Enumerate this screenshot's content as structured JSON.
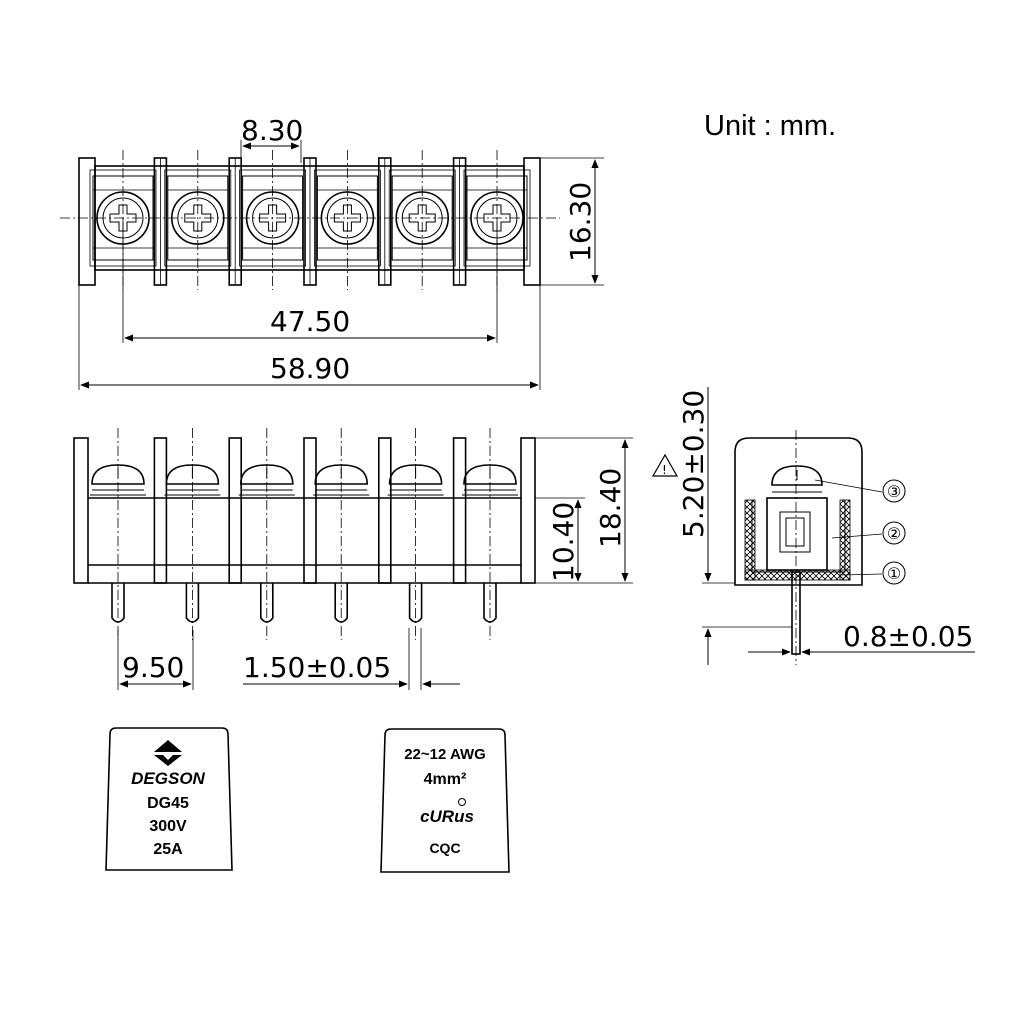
{
  "unit_label": "Unit : mm.",
  "dimensions": {
    "pitch": "8.30",
    "height_top_view": "16.30",
    "pin_span": "47.50",
    "overall_length": "58.90",
    "total_height": "18.40",
    "body_height": "10.40",
    "pin_length": "9.50",
    "pin_width": "1.50±0.05",
    "pin_protrusion": "5.20±0.30",
    "pin_thickness": "0.8±0.05"
  },
  "callouts": [
    "①",
    "②",
    "③"
  ],
  "warning_symbol": "!",
  "label_left": {
    "brand": "DEGSON",
    "model": "DG45",
    "voltage": "300V",
    "current": "25A"
  },
  "label_right": {
    "wire_gauge": "22~12 AWG",
    "cross_section": "4mm²",
    "cert_ul": "cURus",
    "cert_cqc": "CQC"
  },
  "pole_count": 6,
  "icons": [
    "degson-logo-icon",
    "ul-recognized-icon",
    "warning-triangle-icon",
    "screw-head-icon"
  ]
}
